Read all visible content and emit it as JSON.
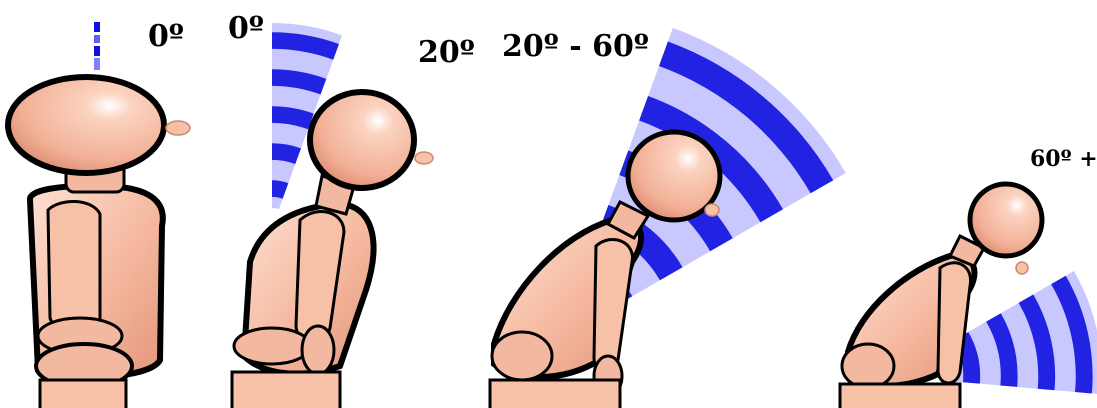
{
  "labels": {
    "first": "0º",
    "second_start": "0º",
    "second_end": "20º",
    "third": "20º - 60º",
    "fourth": "60º +"
  },
  "colors": {
    "skin": "#f7c1a8",
    "skin_shadow": "#e69a80",
    "outline": "#000000",
    "band_dark": "#1010e0",
    "band_light": "#c8c8ff"
  }
}
